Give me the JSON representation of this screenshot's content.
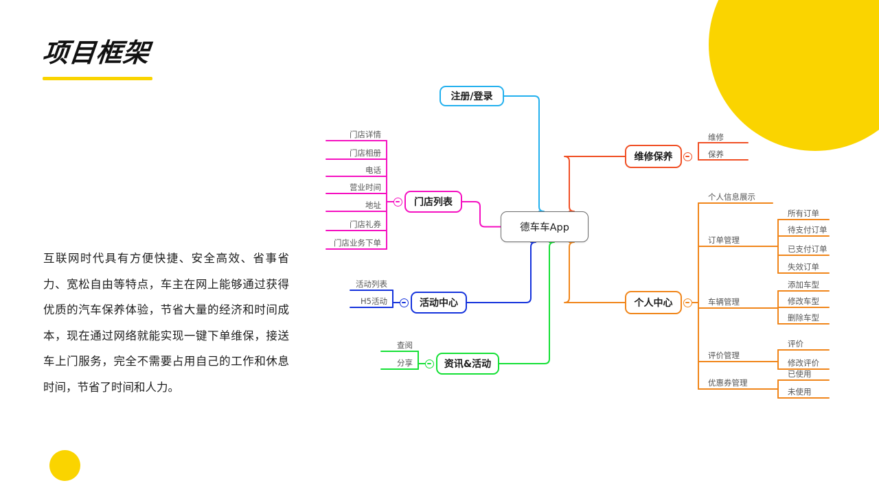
{
  "slide": {
    "title": "项目框架",
    "paragraph": "互联网时代具有方便快捷、安全高效、省事省力、宽松自由等特点，车主在网上能够通过获得优质的汽车保养体验，节省大量的经济和时间成本，现在通过网络就能实现一键下单维保，接送车上门服务，完全不需要占用自己的工作和休息时间，节省了时间和人力。"
  },
  "colors": {
    "accent_yellow": "#FAD400",
    "title_text": "#111111",
    "root_border": "#6b6b6b",
    "branch_register": "#22B0EE",
    "branch_service": "#F04E23",
    "branch_profile": "#F08519",
    "branch_store": "#F50FC0",
    "branch_activity": "#1432DC",
    "branch_news": "#13E034",
    "leaf_text": "#555555"
  },
  "mindmap": {
    "root": {
      "label": "德车车App"
    },
    "branches": [
      {
        "id": "register",
        "label": "注册/登录",
        "color": "#22B0EE",
        "has_toggle": false,
        "children": []
      },
      {
        "id": "service",
        "label": "维修保养",
        "color": "#F04E23",
        "has_toggle": true,
        "children": [
          {
            "label": "维修"
          },
          {
            "label": "保养"
          }
        ]
      },
      {
        "id": "profile",
        "label": "个人中心",
        "color": "#F08519",
        "has_toggle": true,
        "children": [
          {
            "label": "个人信息展示",
            "children": []
          },
          {
            "label": "订单管理",
            "children": [
              {
                "label": "所有订单"
              },
              {
                "label": "待支付订单"
              },
              {
                "label": "已支付订单"
              },
              {
                "label": "失效订单"
              }
            ]
          },
          {
            "label": "车辆管理",
            "children": [
              {
                "label": "添加车型"
              },
              {
                "label": "修改车型"
              },
              {
                "label": "删除车型"
              }
            ]
          },
          {
            "label": "评价管理",
            "children": [
              {
                "label": "评价"
              },
              {
                "label": "修改评价"
              }
            ]
          },
          {
            "label": "优惠券管理",
            "children": [
              {
                "label": "已使用"
              },
              {
                "label": "未使用"
              }
            ]
          }
        ]
      },
      {
        "id": "store",
        "label": "门店列表",
        "color": "#F50FC0",
        "has_toggle": true,
        "children": [
          {
            "label": "门店详情"
          },
          {
            "label": "门店相册"
          },
          {
            "label": "电话"
          },
          {
            "label": "营业时间"
          },
          {
            "label": "地址"
          },
          {
            "label": "门店礼券"
          },
          {
            "label": "门店业务下单"
          }
        ]
      },
      {
        "id": "activity",
        "label": "活动中心",
        "color": "#1432DC",
        "has_toggle": true,
        "children": [
          {
            "label": "活动列表"
          },
          {
            "label": "H5活动"
          }
        ]
      },
      {
        "id": "news",
        "label": "资讯&活动",
        "color": "#13E034",
        "has_toggle": true,
        "children": [
          {
            "label": "查阅"
          },
          {
            "label": "分享"
          }
        ]
      }
    ]
  }
}
